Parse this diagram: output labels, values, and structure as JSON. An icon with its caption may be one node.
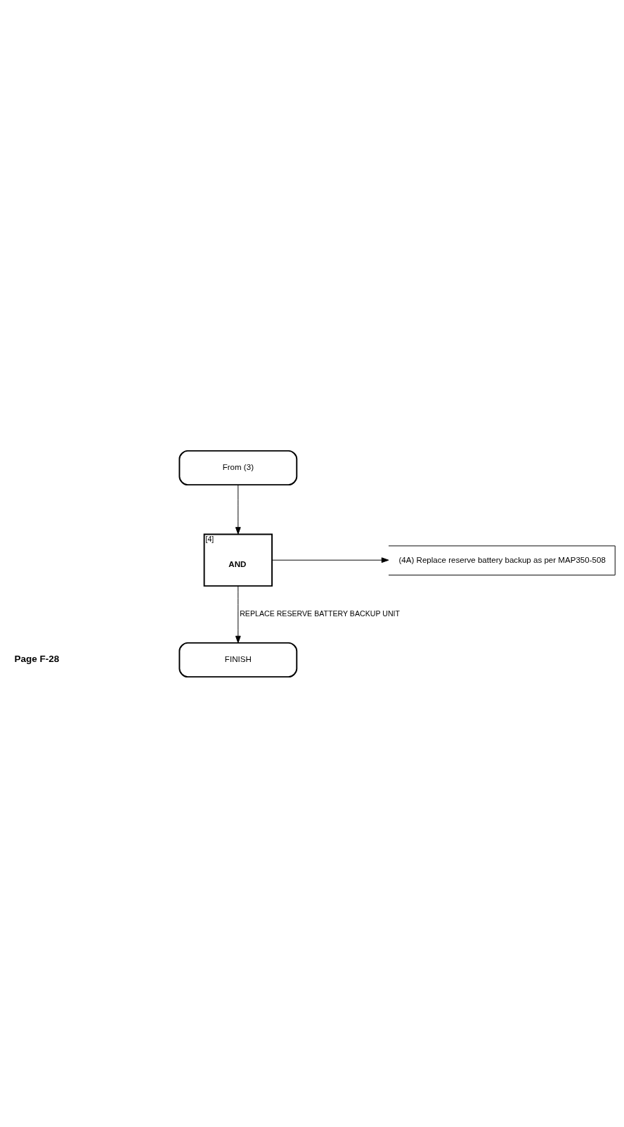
{
  "diagram": {
    "nodes": [
      {
        "text": [
          "From (3)"
        ]
      },
      {
        "text": [
          "[4]",
          "AND"
        ]
      },
      {
        "text": [
          "(4A) Replace reserve battery backup as per MAP350-508"
        ]
      },
      {
        "text": [
          "FINISH"
        ]
      }
    ],
    "edges": [
      {
        "from": 0,
        "to": 1,
        "arrow": "to"
      },
      {
        "from": 1,
        "to": 2,
        "arrow": "to"
      },
      {
        "from": 1,
        "to": 3,
        "arrow": "to",
        "label": "REPLACE RESERVE BATTERY BACKUP UNIT"
      }
    ],
    "labels": [
      "Page F-28"
    ]
  }
}
